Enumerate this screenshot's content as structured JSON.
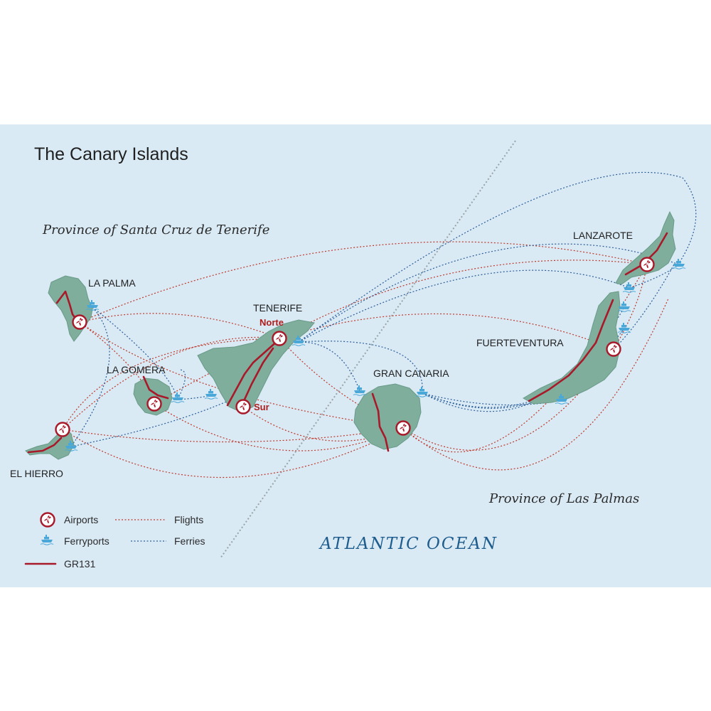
{
  "map": {
    "title": "The Canary Islands",
    "province_west": "Province of Santa Cruz de Tenerife",
    "province_east": "Province of Las Palmas",
    "ocean": "ATLANTIC OCEAN",
    "islands": {
      "la_palma": "LA PALMA",
      "tenerife": "TENERIFE",
      "la_gomera": "LA GOMERA",
      "el_hierro": "EL HIERRO",
      "gran_canaria": "GRAN CANARIA",
      "fuerteventura": "FUERTEVENTURA",
      "lanzarote": "LANZAROTE"
    },
    "airports": {
      "tenerife_north": "Norte",
      "tenerife_south": "Sur"
    }
  },
  "legend": {
    "airports": "Airports",
    "flights": "Flights",
    "ferryports": "Ferryports",
    "ferries": "Ferries",
    "route": "GR131"
  },
  "colors": {
    "sea": "#d9eaf5",
    "land": "#7fae9c",
    "route": "#a8192a",
    "flight": "#c0392b",
    "ferry": "#2e5f99",
    "ferryport": "#4aa8d8"
  }
}
